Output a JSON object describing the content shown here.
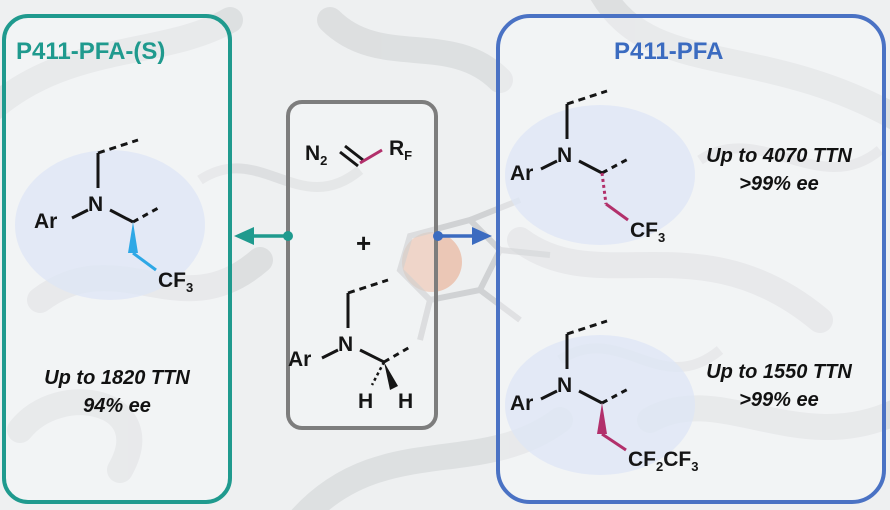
{
  "left_panel": {
    "title": "P411-PFA-(S)",
    "result_ttn": "Up to 1820 TTN",
    "result_ee": "94% ee",
    "group": "CF",
    "group_sub": "3",
    "color": "#1f9a8e",
    "group_color": "#2ea8e6"
  },
  "center_panel": {
    "reagent_atom": "N",
    "reagent_sub": "2",
    "rf_label": "R",
    "rf_sub": "F",
    "plus": "+",
    "h1": "H",
    "h2": "H",
    "color": "#7d7d7d",
    "rf_color": "#b2306b"
  },
  "right_panel": {
    "title": "P411-PFA",
    "result1_ttn": "Up to 4070 TTN",
    "result1_ee": ">99% ee",
    "result2_ttn": "Up to 1550 TTN",
    "result2_ee": ">99% ee",
    "group1": "CF",
    "group1_sub": "3",
    "group2_a": "CF",
    "group2_a_sub": "2",
    "group2_b": "CF",
    "group2_b_sub": "3",
    "color": "#3b6bc0",
    "group_color": "#b2306b"
  },
  "labels": {
    "ar": "Ar",
    "n": "N"
  },
  "arrows": {
    "left_color": "#1f9a8e",
    "right_color": "#3b6bc0"
  }
}
